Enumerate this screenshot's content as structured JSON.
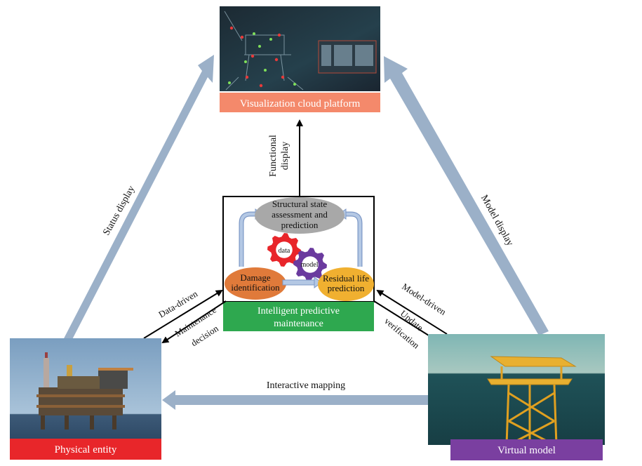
{
  "nodes": {
    "visualization": {
      "label": "Visualization cloud platform",
      "color": "#f4896b"
    },
    "physical": {
      "label": "Physical entity",
      "color": "#e8262a"
    },
    "virtual": {
      "label": "Virtual model",
      "color": "#7a3fa0"
    },
    "center": {
      "title_line1": "Intelligent predictive",
      "title_line2": "maintenance",
      "color": "#2ea84f",
      "structural": {
        "line1": "Structural state",
        "line2": "assessment and",
        "line3": "prediction",
        "color": "#a8a8a8"
      },
      "damage": {
        "line1": "Damage",
        "line2": "identification",
        "color": "#e07a3a"
      },
      "residual": {
        "line1": "Residual life",
        "line2": "prediction",
        "color": "#f0b030"
      },
      "gear_data": {
        "label": "data",
        "color": "#e8252a"
      },
      "gear_model": {
        "label": "model",
        "color": "#6a3a9e"
      }
    }
  },
  "edges": {
    "status_display": "Status display",
    "model_display": "Model display",
    "functional_display_line1": "Functional",
    "functional_display_line2": "display",
    "data_driven": "Data-driven",
    "maintenance_decision_line1": "Maintenance",
    "maintenance_decision_line2": "decision",
    "model_driven": "Model-driven",
    "update_verification_line1": "Update",
    "update_verification_line2": "verification",
    "interactive_mapping": "Interactive mapping"
  },
  "colors": {
    "big_arrow": "#9bb0c8",
    "small_arrow": "#b4c8e4",
    "line": "#000000"
  }
}
